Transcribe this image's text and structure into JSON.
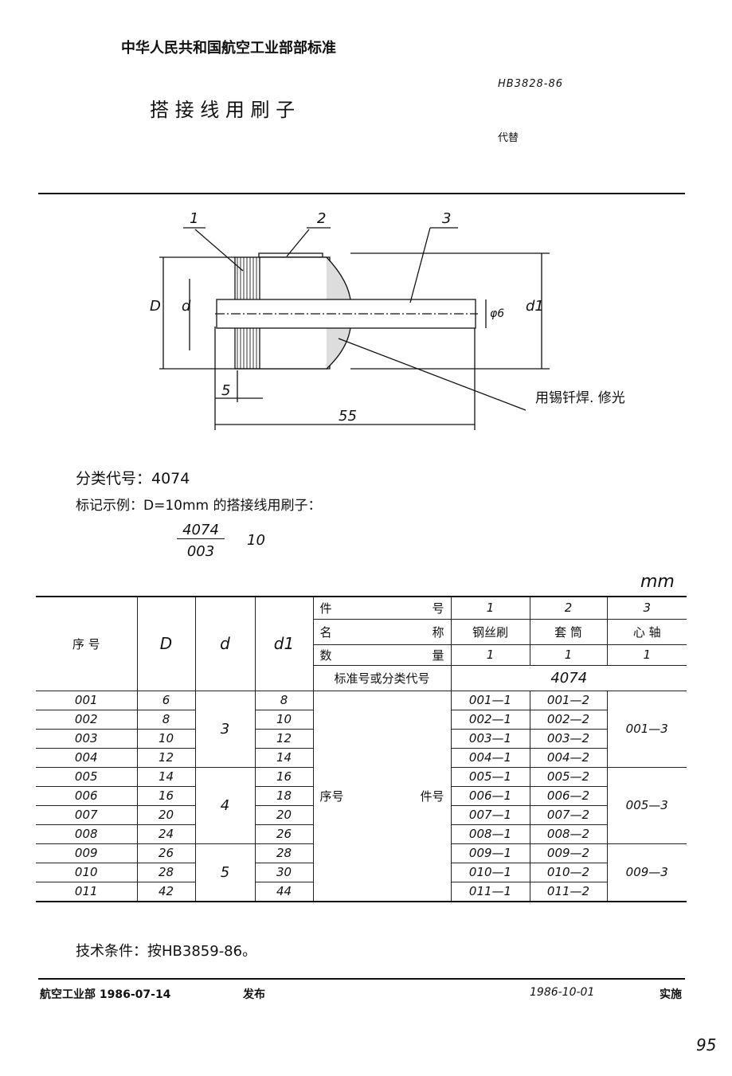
{
  "header": {
    "org": "中华人民共和国航空工业部部标准",
    "std_no": "HB3828-86",
    "title": "搭 接 线 用 刷 子",
    "replaces": "代替"
  },
  "drawing": {
    "callout_1": "1",
    "callout_2": "2",
    "callout_3": "3",
    "dim_D": "D",
    "dim_d": "d",
    "dim_phi6": "φ6",
    "dim_d1": "d1",
    "dim_5": "5",
    "dim_55": "55",
    "note": "用锡钎焊. 修光"
  },
  "body": {
    "class_code": "分类代号：4074",
    "marking_example": "标记示例：D=10mm 的搭接线用刷子：",
    "mark_numerator": "4074",
    "mark_denominator": "003",
    "mark_suffix": "10",
    "unit": "mm"
  },
  "table": {
    "h_seq": "序    号",
    "h_D": "D",
    "h_d": "d",
    "h_d1": "d1",
    "h_part_no": [
      "件",
      "号"
    ],
    "h_name": [
      "名",
      "称"
    ],
    "h_qty": [
      "数",
      "量"
    ],
    "h_std": "标准号或分类代号",
    "part_nos": [
      "1",
      "2",
      "3"
    ],
    "names": [
      "钢丝刷",
      "套  筒",
      "心  轴"
    ],
    "qtys": [
      "1",
      "1",
      "1"
    ],
    "std_code": "4074",
    "seq_part_label": [
      "序号",
      "件号"
    ],
    "rows": [
      {
        "seq": "001",
        "D": "6",
        "d1": "8",
        "p1": "001—1",
        "p2": "001—2"
      },
      {
        "seq": "002",
        "D": "8",
        "d1": "10",
        "p1": "002—1",
        "p2": "002—2"
      },
      {
        "seq": "003",
        "D": "10",
        "d1": "12",
        "p1": "003—1",
        "p2": "003—2"
      },
      {
        "seq": "004",
        "D": "12",
        "d1": "14",
        "p1": "004—1",
        "p2": "004—2"
      },
      {
        "seq": "005",
        "D": "14",
        "d1": "16",
        "p1": "005—1",
        "p2": "005—2"
      },
      {
        "seq": "006",
        "D": "16",
        "d1": "18",
        "p1": "006—1",
        "p2": "006—2"
      },
      {
        "seq": "007",
        "D": "20",
        "d1": "20",
        "p1": "007—1",
        "p2": "007—2"
      },
      {
        "seq": "008",
        "D": "24",
        "d1": "26",
        "p1": "008—1",
        "p2": "008—2"
      },
      {
        "seq": "009",
        "D": "26",
        "d1": "28",
        "p1": "009—1",
        "p2": "009—2"
      },
      {
        "seq": "010",
        "D": "28",
        "d1": "30",
        "p1": "010—1",
        "p2": "010—2"
      },
      {
        "seq": "011",
        "D": "42",
        "d1": "44",
        "p1": "011—1",
        "p2": "011—2"
      }
    ],
    "d_groups": [
      "3",
      "4",
      "5"
    ],
    "p3_groups": [
      "001—3",
      "005—3",
      "009—3"
    ]
  },
  "tech": "技术条件：按HB3859-86。",
  "footer": {
    "issuer": "航空工业部 1986-07-14",
    "issued": "发布",
    "effective_date": "1986-10-01",
    "effective": "实施"
  },
  "page_number": "95"
}
